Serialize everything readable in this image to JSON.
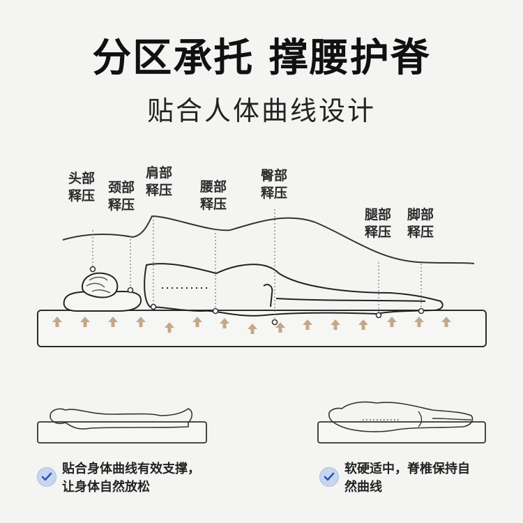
{
  "title": "分区承托  撑腰护脊",
  "subtitle": "贴合人体曲线设计",
  "zones": [
    {
      "line1": "头部",
      "line2": "释压"
    },
    {
      "line1": "颈部",
      "line2": "释压"
    },
    {
      "line1": "肩部",
      "line2": "释压"
    },
    {
      "line1": "腰部",
      "line2": "释压"
    },
    {
      "line1": "臀部",
      "line2": "释压"
    },
    {
      "line1": "腿部",
      "line2": "释压"
    },
    {
      "line1": "脚部",
      "line2": "释压"
    }
  ],
  "captions": {
    "left": {
      "line1": "贴合身体曲线有效支撑，",
      "line2": "让身体自然放松"
    },
    "right": {
      "line1": "软硬适中，脊椎保持自",
      "line2": "然曲线"
    }
  },
  "colors": {
    "arrow": "#c4a788",
    "check_bg": "#c7d6ef",
    "check_mark": "#2a55b8"
  },
  "icons": {
    "check": "check-circle-icon",
    "arrow": "up-arrow-icon"
  }
}
